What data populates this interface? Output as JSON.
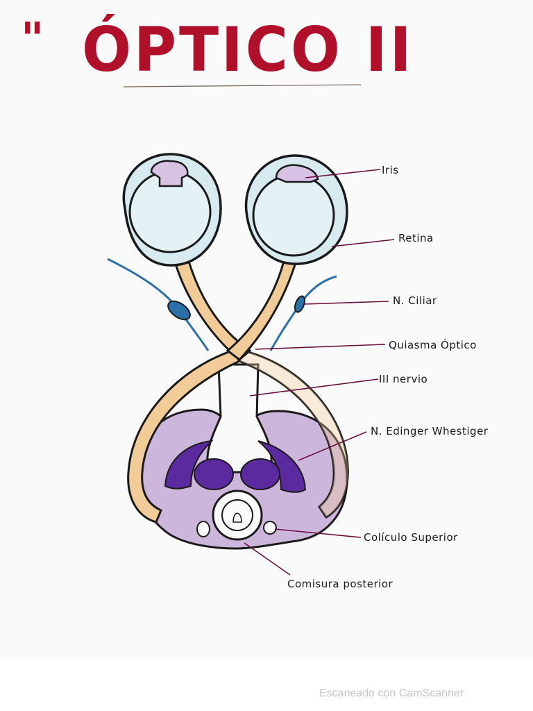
{
  "title": "ÓPTICO II",
  "title_mark": "\"",
  "labels": {
    "iris": "Iris",
    "retina": "Retina",
    "ciliar": "N. Ciliar",
    "quiasma": "Quiasma Óptico",
    "tercer_nervio": "III nervio",
    "edinger": "N. Edinger Whestiger",
    "coliculo": "Colículo Superior",
    "comisura": "Comisura posterior"
  },
  "watermark": "Escaneado con CamScanner",
  "colors": {
    "title_red": "#b0102a",
    "eye_fill": "#d7eaf0",
    "nerve_tan": "#f1cc98",
    "brainstem_lilac": "#cdb6dc",
    "nucleus_purple": "#5a2a9e",
    "label_line": "#6a1040",
    "ciliar_blue": "#2d6fa8"
  }
}
